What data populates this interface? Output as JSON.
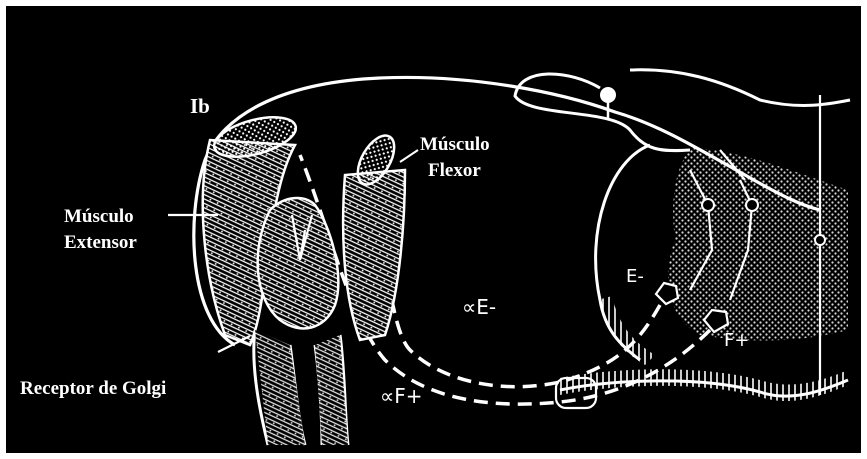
{
  "diagram": {
    "labels": {
      "ib": "Ib",
      "musculo_extensor_line1": "Músculo",
      "musculo_extensor_line2": "Extensor",
      "musculo_flexor_line1": "Músculo",
      "musculo_flexor_line2": "Flexor",
      "receptor_golgi": "Receptor de Golgi",
      "alpha_e_minus": "∝E-",
      "alpha_f_plus": "∝F+",
      "e_minus": "E-",
      "f_plus": "F+"
    },
    "colors": {
      "background": "#000000",
      "border": "#ffffff",
      "ink": "#ffffff"
    }
  }
}
